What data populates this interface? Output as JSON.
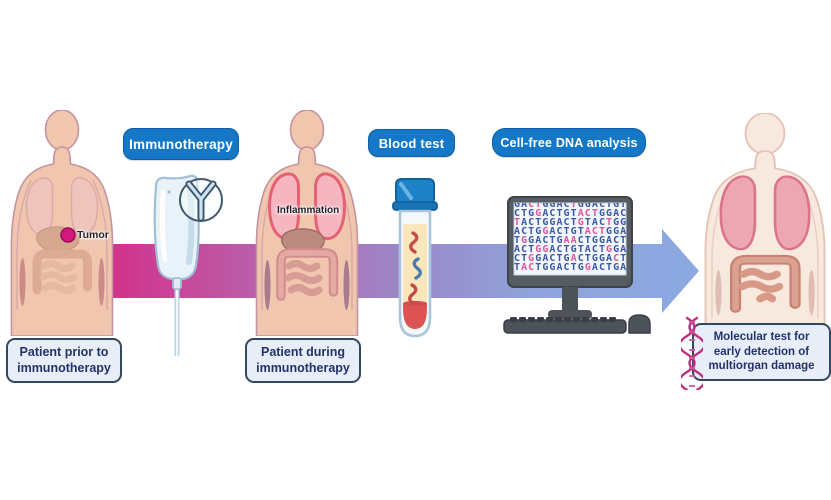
{
  "stage_labels": {
    "immunotherapy": "Immunotherapy",
    "blood_test": "Blood test",
    "cfdna_analysis": "Cell-free DNA analysis"
  },
  "annotations": {
    "tumor": "Tumor",
    "inflammation": "Inflammation"
  },
  "captions": {
    "patient_prior": {
      "lines": [
        "Patient prior to",
        "immunotherapy"
      ]
    },
    "patient_during": {
      "lines": [
        "Patient during",
        "immunotherapy"
      ]
    },
    "molecular_test": {
      "lines": [
        "Molecular test for",
        "early detection of",
        "multiorgan damage"
      ]
    }
  },
  "monitor_screen": {
    "rows": [
      {
        "seq": "GACTGGACTGGACTGT",
        "pink": [
          2,
          3,
          8
        ]
      },
      {
        "seq": "CTGGACTGTACTGGAC",
        "pink": [
          3,
          9,
          10,
          11
        ]
      },
      {
        "seq": "TACTGGACTGTACTGG",
        "pink": [
          0,
          9,
          13
        ]
      },
      {
        "seq": "ACTGGACTGTACTGGA",
        "pink": [
          4,
          10,
          11,
          12
        ]
      },
      {
        "seq": "TGGACTGAACTGGACT",
        "pink": [
          1,
          7,
          8
        ]
      },
      {
        "seq": "ACTGGACTGTACTGGA",
        "pink": [
          3,
          4,
          13
        ]
      },
      {
        "seq": "CTGGACTGACTGGACT",
        "pink": [
          2,
          8,
          14
        ]
      },
      {
        "seq": "TACTGGACTGGACTGA",
        "pink": [
          1,
          2,
          10
        ]
      }
    ]
  },
  "icons": {
    "iv-bag-icon": "svg-shape",
    "antibody-icon": "Y-shape in circle",
    "blood-tube-icon": "svg-shape",
    "computer-icon": "monitor+keyboard+mouse svg",
    "dna-helix-icon": "double-helix svg",
    "tumor-dot-icon": "magenta circle",
    "flow-arrow": "gradient right arrow"
  },
  "colors": {
    "pill_blue": "#1478c6",
    "pill_border": "#0d5ea6",
    "caption_bg": "#e7eef7",
    "caption_border": "#33475f",
    "caption_text": "#25316b",
    "arrow_start": "#d52e8a",
    "arrow_mid": "#9c87c8",
    "arrow_end": "#8ca9e2",
    "dna_blue": "#3a57a7",
    "dna_pink": "#e0559a",
    "tumor_magenta": "#d6177c",
    "blood_red": "#dd5354",
    "plasma_yellow": "#f9e7bb",
    "cap_blue": "#1e82c8",
    "skin": "#f0c7ae",
    "skin_pale": "#f8e9df"
  }
}
